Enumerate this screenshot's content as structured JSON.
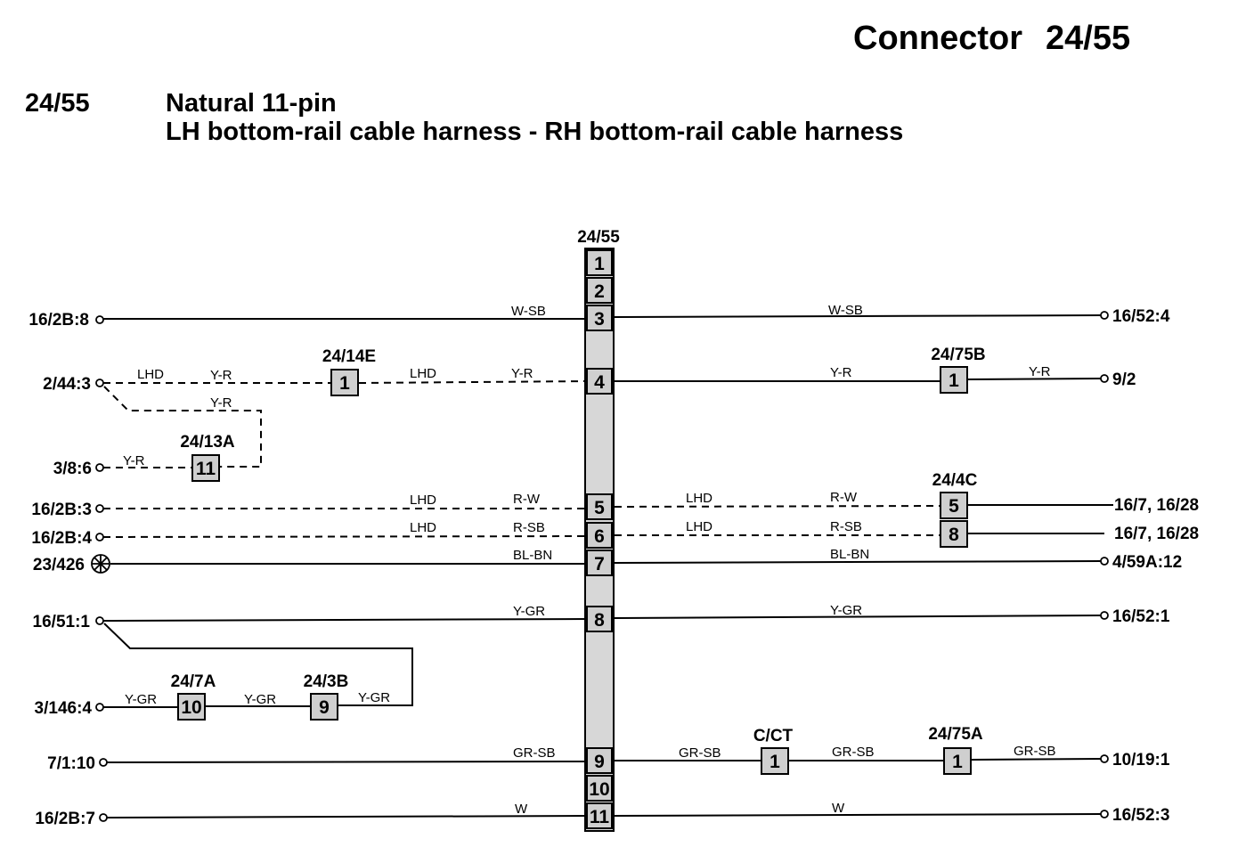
{
  "header": {
    "title_label": "Connector",
    "title_number": "24/55",
    "code": "24/55",
    "description_line1": "Natural 11-pin",
    "description_line2": "LH bottom-rail cable harness - RH bottom-rail cable harness"
  },
  "connector": {
    "label": "24/55",
    "pins": [
      "1",
      "2",
      "3",
      "4",
      "5",
      "6",
      "7",
      "8",
      "9",
      "10",
      "11"
    ]
  },
  "left_terminals": {
    "t_16_2b_8": "16/2B:8",
    "t_2_44_3": "2/44:3",
    "t_3_8_6": "3/8:6",
    "t_16_2b_3": "16/2B:3",
    "t_16_2b_4": "16/2B:4",
    "t_23_426": "23/426",
    "t_16_51_1": "16/51:1",
    "t_3_146_4": "3/146:4",
    "t_7_1_10": "7/1:10",
    "t_16_2b_7": "16/2B:7"
  },
  "right_terminals": {
    "t_16_52_4": "16/52:4",
    "t_9_2": "9/2",
    "t_16_7_a": "16/7, 16/28",
    "t_16_7_b": "16/7, 16/28",
    "t_4_59a_12": "4/59A:12",
    "t_16_52_1": "16/52:1",
    "t_10_19_1": "10/19:1",
    "t_16_52_3": "16/52:3"
  },
  "inline_connectors": {
    "c_24_14e": {
      "name": "24/14E",
      "pin": "1"
    },
    "c_24_13a": {
      "name": "24/13A",
      "pin": "11"
    },
    "c_24_75b": {
      "name": "24/75B",
      "pin": "1"
    },
    "c_24_4c": {
      "name": "24/4C",
      "pin_a": "5",
      "pin_b": "8"
    },
    "c_24_7a": {
      "name": "24/7A",
      "pin": "10"
    },
    "c_24_3b": {
      "name": "24/3B",
      "pin": "9"
    },
    "c_cct": {
      "name": "C/CT",
      "pin": "1"
    },
    "c_24_75a": {
      "name": "24/75A",
      "pin": "1"
    }
  },
  "wire_labels": {
    "w_sb": "W-SB",
    "y_r": "Y-R",
    "lhd": "LHD",
    "r_w": "R-W",
    "r_sb": "R-SB",
    "bl_bn": "BL-BN",
    "y_gr": "Y-GR",
    "gr_sb": "GR-SB",
    "w": "W"
  },
  "colors": {
    "line": "#000000",
    "pin_fill": "#cfcfcf",
    "background": "#ffffff"
  }
}
